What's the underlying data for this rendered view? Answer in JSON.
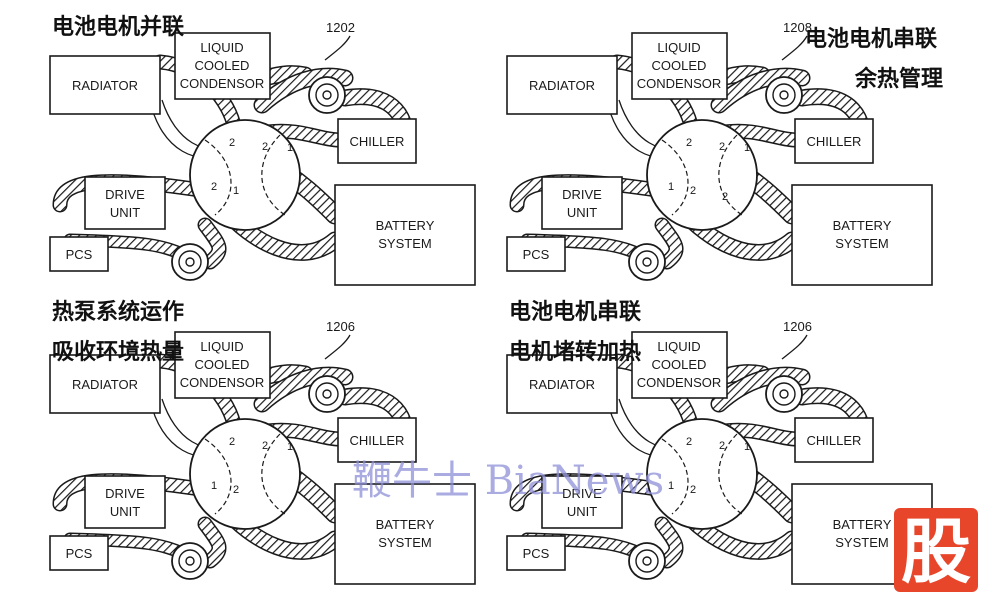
{
  "panels": [
    {
      "id": "top-left",
      "ref": "1202",
      "captions": [
        "电池电机并联"
      ],
      "labels": {
        "radiator": "RADIATOR",
        "condenser": [
          "LIQUID",
          "COOLED",
          "CONDENSOR"
        ],
        "chiller": "CHILLER",
        "drive": [
          "DRIVE",
          "UNIT"
        ],
        "pcs": "PCS",
        "battery": [
          "BATTERY",
          "SYSTEM"
        ]
      },
      "valve_numbers": [
        "2",
        "1",
        "2",
        "1",
        "2"
      ]
    },
    {
      "id": "top-right",
      "ref": "1208",
      "captions": [
        "电池电机串联",
        "余热管理"
      ],
      "labels": {
        "radiator": "RADIATOR",
        "condenser": [
          "LIQUID",
          "COOLED",
          "CONDENSOR"
        ],
        "chiller": "CHILLER",
        "drive": [
          "DRIVE",
          "UNIT"
        ],
        "pcs": "PCS",
        "battery": [
          "BATTERY",
          "SYSTEM"
        ]
      },
      "valve_numbers": [
        "2",
        "2",
        "1",
        "1",
        "2",
        "2"
      ]
    },
    {
      "id": "bottom-left",
      "ref": "1206",
      "captions": [
        "热泵系统运作",
        "吸收环境热量"
      ],
      "labels": {
        "radiator": "RADIATOR",
        "condenser": [
          "LIQUID",
          "COOLED",
          "CONDENSOR"
        ],
        "chiller": "CHILLER",
        "drive": [
          "DRIVE",
          "UNIT"
        ],
        "pcs": "PCS",
        "battery": [
          "BATTERY",
          "SYSTEM"
        ]
      },
      "valve_numbers": [
        "2",
        "2",
        "1",
        "1",
        "2"
      ]
    },
    {
      "id": "bottom-right",
      "ref": "1206",
      "captions": [
        "电池电机串联",
        "电机堵转加热"
      ],
      "labels": {
        "radiator": "RADIATOR",
        "condenser": [
          "LIQUID",
          "COOLED",
          "CONDENSOR"
        ],
        "chiller": "CHILLER",
        "drive": [
          "DRIVE",
          "UNIT"
        ],
        "pcs": "PCS",
        "battery": [
          "BATTERY",
          "SYSTEM"
        ]
      },
      "valve_numbers": [
        "2",
        "2",
        "1",
        "1",
        "2"
      ]
    }
  ],
  "watermark": "鞭牛士 BiaNews",
  "badge": "股",
  "colors": {
    "watermark": "#8e8fd8",
    "badge": "#e8462a",
    "line": "#1a1a1a"
  }
}
